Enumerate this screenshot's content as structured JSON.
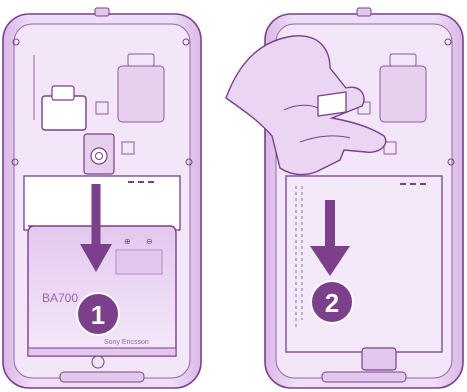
{
  "colors": {
    "outline": "#7b3f8c",
    "light_fill": "#efe0f5",
    "medium_fill": "#dcc0e8",
    "white_panel": "#ffffff",
    "badge_fill": "#7b3f8c",
    "badge_text": "#ffffff"
  },
  "steps": [
    {
      "number": "1"
    },
    {
      "number": "2"
    }
  ],
  "battery": {
    "model": "BA700",
    "brand": "Sony Ericsson",
    "plus": "⊕",
    "minus": "⊖"
  }
}
